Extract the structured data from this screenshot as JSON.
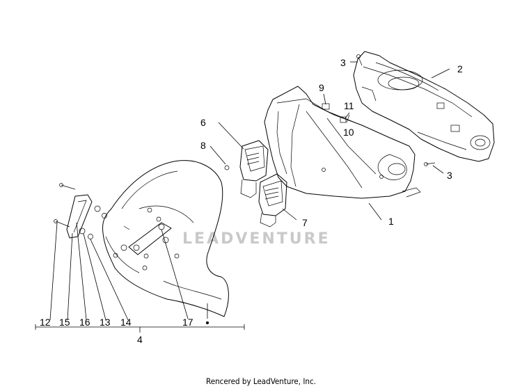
{
  "diagram": {
    "watermark": "LEADVENTURE",
    "callouts": [
      "1",
      "2",
      "3",
      "3",
      "4",
      "6",
      "7",
      "8",
      "9",
      "10",
      "11",
      "12",
      "13",
      "14",
      "15",
      "16",
      "17"
    ],
    "group_label": "4"
  },
  "footer": {
    "text": "Rencered by LeadVenture, Inc."
  }
}
